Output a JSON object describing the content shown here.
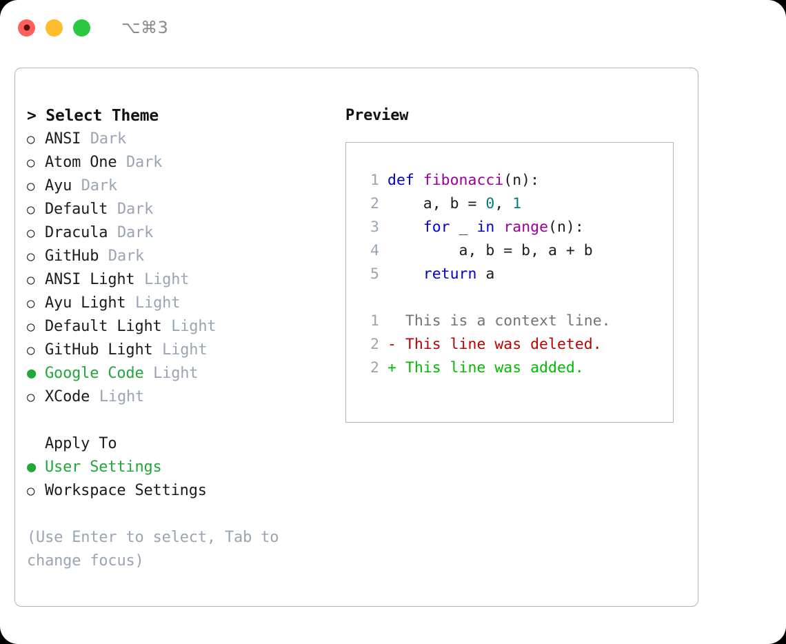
{
  "window": {
    "shortcut_label": "⌥⌘3",
    "traffic_lights": [
      {
        "name": "close-button",
        "color": "#ff6159"
      },
      {
        "name": "minimize-button",
        "color": "#ffbd2e"
      },
      {
        "name": "zoom-button",
        "color": "#28c840"
      }
    ]
  },
  "theme_picker": {
    "header": "> Select Theme",
    "selected_marker": "●",
    "unselected_marker": "○",
    "accent_color": "#22a83a",
    "muted_color": "#9aa5b4",
    "options": [
      {
        "marker": "○",
        "name": "ANSI",
        "tag": "Dark",
        "selected": false
      },
      {
        "marker": "○",
        "name": "Atom One",
        "tag": "Dark",
        "selected": false
      },
      {
        "marker": "○",
        "name": "Ayu",
        "tag": "Dark",
        "selected": false
      },
      {
        "marker": "○",
        "name": "Default",
        "tag": "Dark",
        "selected": false
      },
      {
        "marker": "○",
        "name": "Dracula",
        "tag": "Dark",
        "selected": false
      },
      {
        "marker": "○",
        "name": "GitHub",
        "tag": "Dark",
        "selected": false
      },
      {
        "marker": "○",
        "name": "ANSI Light",
        "tag": "Light",
        "selected": false
      },
      {
        "marker": "○",
        "name": "Ayu Light",
        "tag": "Light",
        "selected": false
      },
      {
        "marker": "○",
        "name": "Default Light",
        "tag": "Light",
        "selected": false
      },
      {
        "marker": "○",
        "name": "GitHub Light",
        "tag": "Light",
        "selected": false
      },
      {
        "marker": "●",
        "name": "Google Code",
        "tag": "Light",
        "selected": true
      },
      {
        "marker": "○",
        "name": "XCode",
        "tag": "Light",
        "selected": false
      }
    ]
  },
  "apply_to": {
    "header": "Apply To",
    "options": [
      {
        "marker": "●",
        "label": "User Settings",
        "selected": true
      },
      {
        "marker": "○",
        "label": "Workspace Settings",
        "selected": false
      }
    ]
  },
  "hint": "(Use Enter to select, Tab to change focus)",
  "preview": {
    "title": "Preview",
    "code_lines": [
      {
        "number": "1",
        "tokens": [
          {
            "text": "def ",
            "type": "kw"
          },
          {
            "text": "fibonacci",
            "type": "fn"
          },
          {
            "text": "(n):",
            "type": "pl"
          }
        ]
      },
      {
        "number": "2",
        "tokens": [
          {
            "text": "    a, b = ",
            "type": "pl"
          },
          {
            "text": "0",
            "type": "num"
          },
          {
            "text": ", ",
            "type": "pl"
          },
          {
            "text": "1",
            "type": "num"
          }
        ]
      },
      {
        "number": "3",
        "tokens": [
          {
            "text": "    ",
            "type": "pl"
          },
          {
            "text": "for",
            "type": "kw"
          },
          {
            "text": " _ ",
            "type": "pl"
          },
          {
            "text": "in",
            "type": "kw"
          },
          {
            "text": " ",
            "type": "pl"
          },
          {
            "text": "range",
            "type": "fn"
          },
          {
            "text": "(n):",
            "type": "pl"
          }
        ]
      },
      {
        "number": "4",
        "tokens": [
          {
            "text": "        a, b = b, a + b",
            "type": "pl"
          }
        ]
      },
      {
        "number": "5",
        "tokens": [
          {
            "text": "    ",
            "type": "pl"
          },
          {
            "text": "return",
            "type": "kw"
          },
          {
            "text": " a",
            "type": "pl"
          }
        ]
      }
    ],
    "diff_lines": [
      {
        "number": "1",
        "prefix": "  ",
        "text": "This is a context line.",
        "kind": "ctx"
      },
      {
        "number": "2",
        "prefix": "- ",
        "text": "This line was deleted.",
        "kind": "del"
      },
      {
        "number": "2",
        "prefix": "+ ",
        "text": "This line was added.",
        "kind": "add"
      }
    ]
  }
}
